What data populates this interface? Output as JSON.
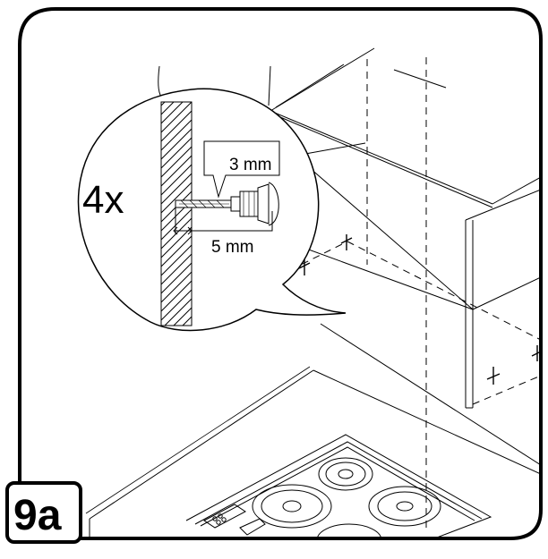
{
  "step": {
    "label": "9a"
  },
  "detail": {
    "quantity_label": "4x",
    "drill_diameter_label": "3 mm",
    "drill_depth_label": "5 mm"
  },
  "colors": {
    "line": "#000000",
    "background": "#ffffff",
    "hatch": "#000000"
  }
}
